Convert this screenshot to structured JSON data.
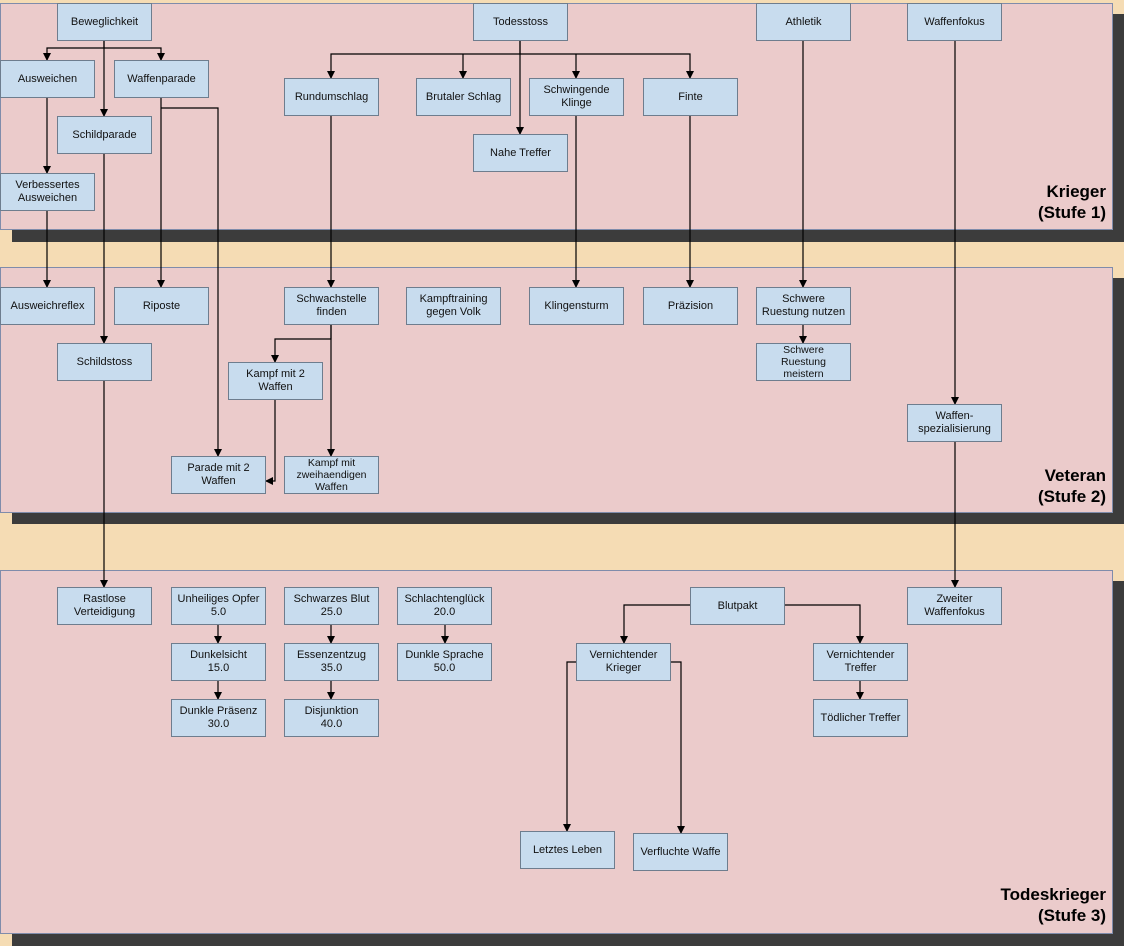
{
  "tiers": {
    "t1": "Krieger\n(Stufe 1)",
    "t2": "Veteran\n(Stufe 2)",
    "t3": "Todeskrieger\n(Stufe 3)"
  },
  "nodes": {
    "beweglichkeit": "Beweglichkeit",
    "todesstoss": "Todesstoss",
    "athletik": "Athletik",
    "waffenfokus": "Waffenfokus",
    "ausweichen": "Ausweichen",
    "waffenparade": "Waffenparade",
    "schildparade": "Schildparade",
    "verbessertes_ausweichen": "Verbessertes\nAusweichen",
    "rundumschlag": "Rundumschlag",
    "brutaler_schlag": "Brutaler Schlag",
    "schwingende_klinge": "Schwingende\nKlinge",
    "finte": "Finte",
    "nahe_treffer": "Nahe Treffer",
    "ausweichreflex": "Ausweichreflex",
    "riposte": "Riposte",
    "schwachstelle_finden": "Schwachstelle\nfinden",
    "kampftraining_gegen_volk": "Kampftraining\ngegen Volk",
    "klingensturm": "Klingensturm",
    "praezision": "Präzision",
    "schwere_ruestung_nutzen": "Schwere\nRuestung nutzen",
    "schwere_ruestung_meistern": "Schwere\nRuestung\nmeistern",
    "schildstoss": "Schildstoss",
    "kampf_mit_2_waffen": "Kampf mit 2\nWaffen",
    "parade_mit_2_waffen": "Parade mit 2\nWaffen",
    "kampf_zweihaendig": "Kampf mit\nzweihaendigen\nWaffen",
    "waffenspezialisierung": "Waffen-\nspezialisierung",
    "rastlose_verteidigung": "Rastlose\nVerteidigung",
    "unheiliges_opfer": "Unheiliges Opfer\n5.0",
    "schwarzes_blut": "Schwarzes Blut\n25.0",
    "schlachtenglueck": "Schlachtenglück\n20.0",
    "blutpakt": "Blutpakt",
    "zweiter_waffenfokus": "Zweiter\nWaffenfokus",
    "dunkelsicht": "Dunkelsicht\n15.0",
    "essenzentzug": "Essenzentzug\n35.0",
    "dunkle_sprache": "Dunkle Sprache\n50.0",
    "vernichtender_krieger": "Vernichtender\nKrieger",
    "vernichtender_treffer": "Vernichtender\nTreffer",
    "dunkle_praesenz": "Dunkle Präsenz\n30.0",
    "disjunktion": "Disjunktion\n40.0",
    "toedlicher_treffer": "Tödlicher Treffer",
    "letztes_leben": "Letztes Leben",
    "verfluchte_waffe": "Verfluchte Waffe"
  },
  "edges": [
    [
      "beweglichkeit",
      "ausweichen"
    ],
    [
      "beweglichkeit",
      "waffenparade"
    ],
    [
      "beweglichkeit",
      "schildparade"
    ],
    [
      "ausweichen",
      "verbessertes_ausweichen"
    ],
    [
      "verbessertes_ausweichen",
      "ausweichreflex"
    ],
    [
      "waffenparade",
      "riposte"
    ],
    [
      "waffenparade",
      "parade_mit_2_waffen"
    ],
    [
      "schildparade",
      "schildstoss"
    ],
    [
      "schildstoss",
      "rastlose_verteidigung"
    ],
    [
      "todesstoss",
      "rundumschlag"
    ],
    [
      "todesstoss",
      "brutaler_schlag"
    ],
    [
      "todesstoss",
      "schwingende_klinge"
    ],
    [
      "todesstoss",
      "finte"
    ],
    [
      "todesstoss",
      "nahe_treffer"
    ],
    [
      "rundumschlag",
      "schwachstelle_finden"
    ],
    [
      "schwingende_klinge",
      "klingensturm"
    ],
    [
      "finte",
      "praezision"
    ],
    [
      "schwachstelle_finden",
      "kampf_mit_2_waffen"
    ],
    [
      "schwachstelle_finden",
      "kampf_zweihaendig"
    ],
    [
      "kampf_mit_2_waffen",
      "parade_mit_2_waffen"
    ],
    [
      "athletik",
      "schwere_ruestung_nutzen"
    ],
    [
      "schwere_ruestung_nutzen",
      "schwere_ruestung_meistern"
    ],
    [
      "waffenfokus",
      "waffenspezialisierung"
    ],
    [
      "waffenspezialisierung",
      "zweiter_waffenfokus"
    ],
    [
      "unheiliges_opfer",
      "dunkelsicht"
    ],
    [
      "dunkelsicht",
      "dunkle_praesenz"
    ],
    [
      "schwarzes_blut",
      "essenzentzug"
    ],
    [
      "essenzentzug",
      "disjunktion"
    ],
    [
      "schlachtenglueck",
      "dunkle_sprache"
    ],
    [
      "blutpakt",
      "vernichtender_krieger"
    ],
    [
      "blutpakt",
      "vernichtender_treffer"
    ],
    [
      "vernichtender_treffer",
      "toedlicher_treffer"
    ],
    [
      "vernichtender_krieger",
      "letztes_leben"
    ],
    [
      "vernichtender_krieger",
      "verfluchte_waffe"
    ]
  ]
}
